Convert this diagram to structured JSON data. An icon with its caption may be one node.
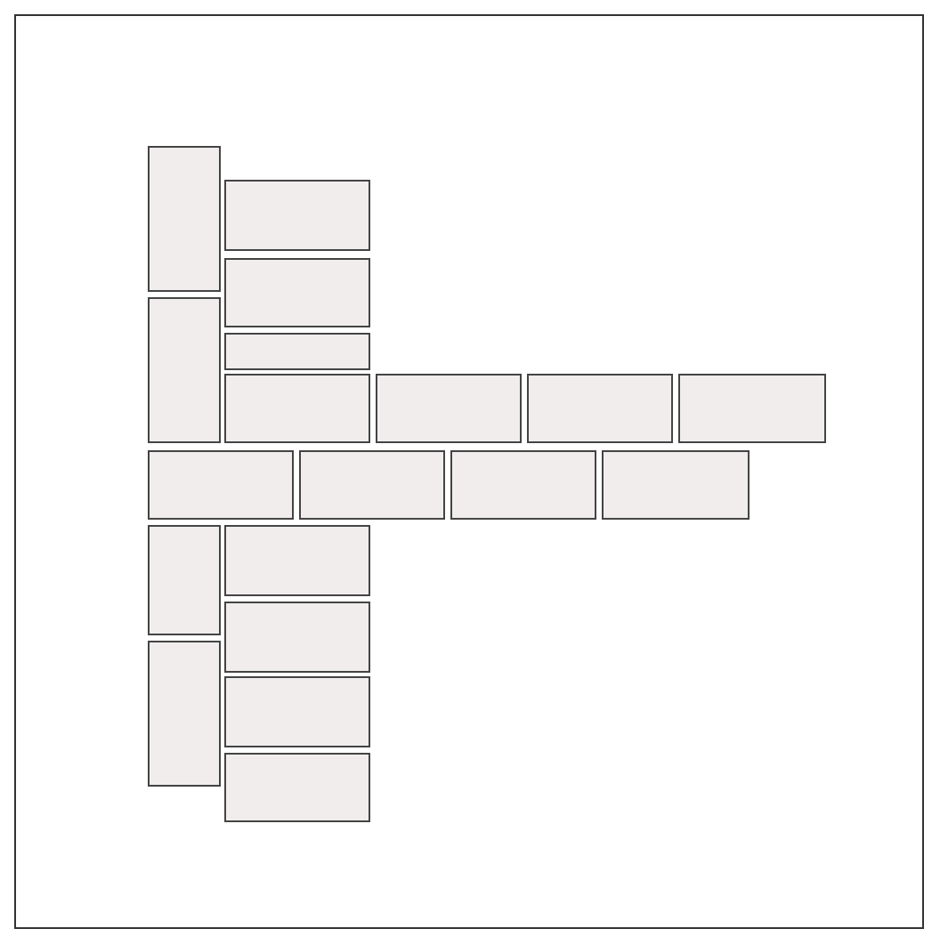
{
  "diagram": {
    "nodes": [
      {
        "text": [],
        "shape": "box"
      },
      {
        "text": [],
        "shape": "box"
      },
      {
        "text": [],
        "shape": "box"
      },
      {
        "text": [],
        "shape": "box"
      },
      {
        "text": [],
        "shape": "box"
      },
      {
        "text": [],
        "shape": "box"
      },
      {
        "text": [],
        "shape": "box"
      },
      {
        "text": [],
        "shape": "box"
      },
      {
        "text": [],
        "shape": "box"
      },
      {
        "text": [],
        "shape": "box"
      },
      {
        "text": [],
        "shape": "box"
      },
      {
        "text": [],
        "shape": "box"
      },
      {
        "text": [],
        "shape": "box"
      },
      {
        "text": [],
        "shape": "box"
      },
      {
        "text": [],
        "shape": "box"
      },
      {
        "text": [],
        "shape": "box"
      },
      {
        "text": [],
        "shape": "box"
      },
      {
        "text": [],
        "shape": "box"
      },
      {
        "text": [],
        "shape": "box"
      }
    ]
  }
}
